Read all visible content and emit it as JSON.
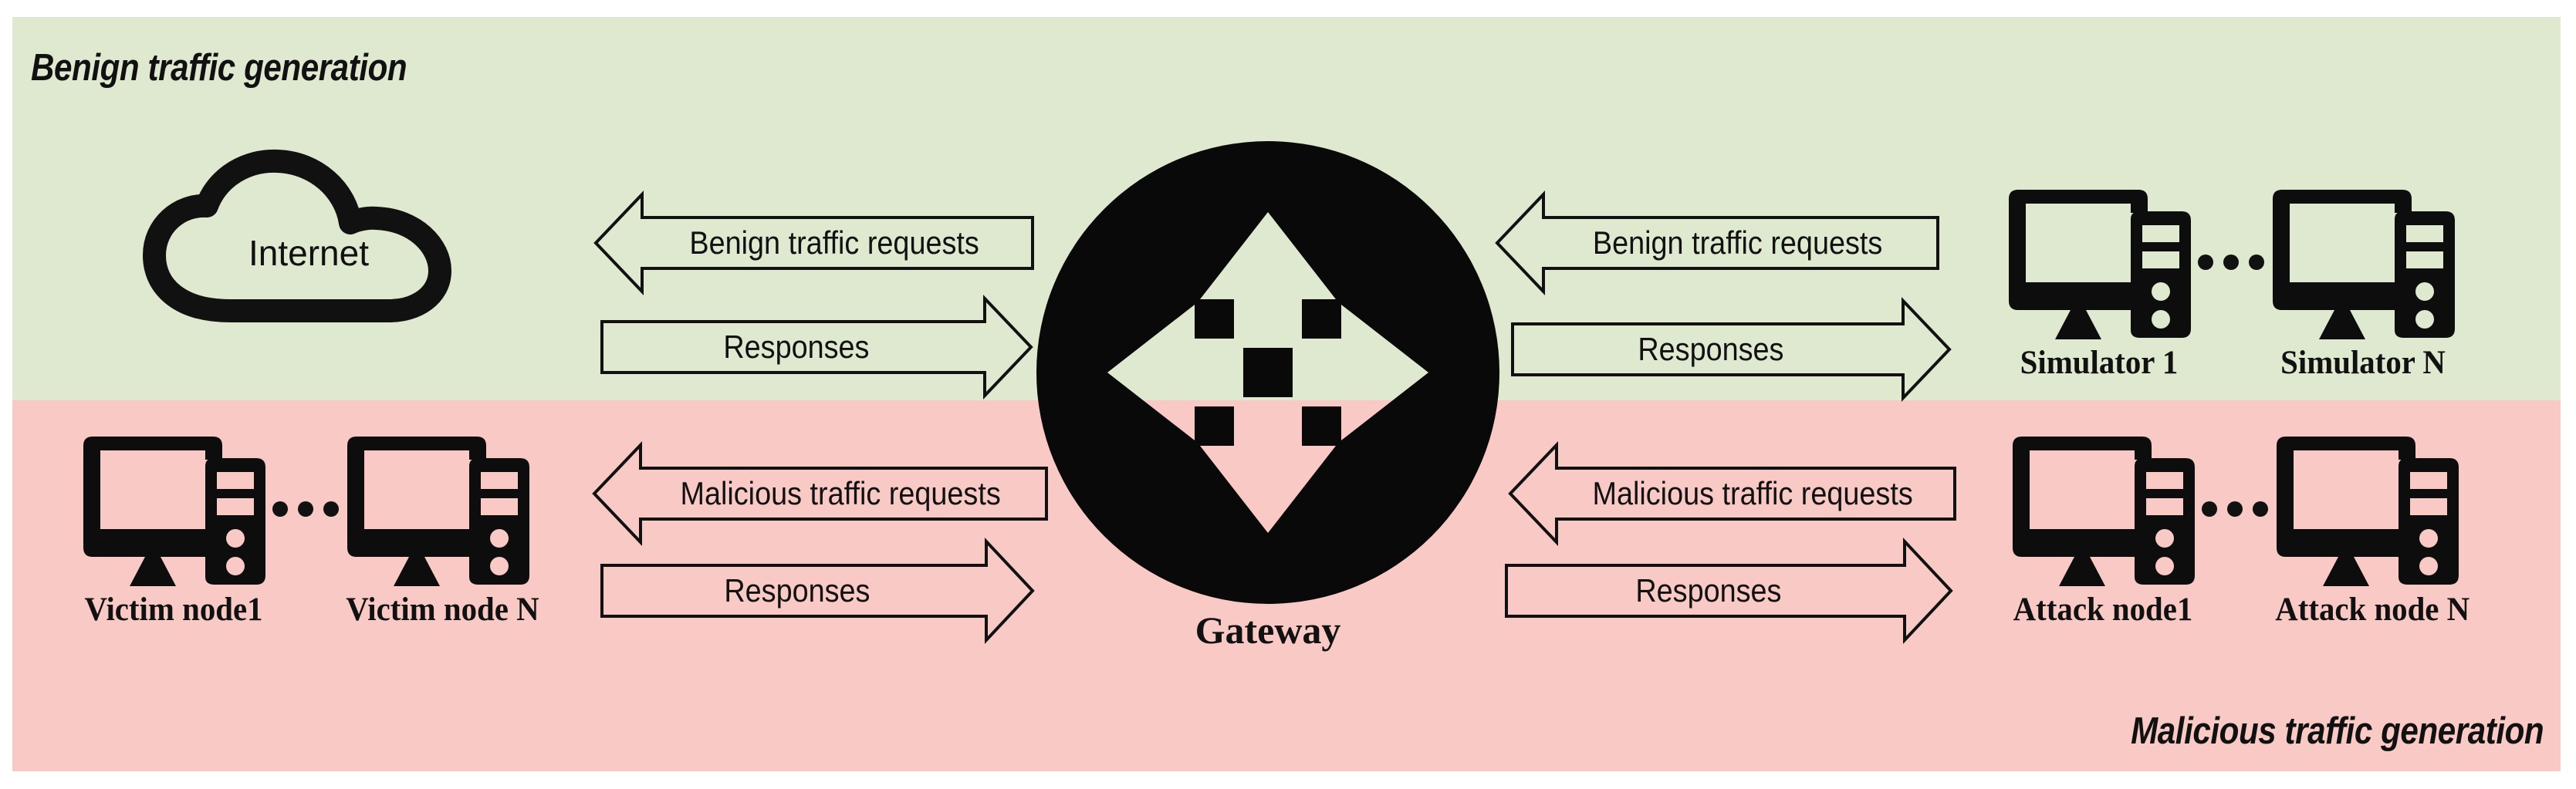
{
  "sections": {
    "benign": {
      "title": "Benign traffic generation",
      "bg": "#dee9d0"
    },
    "malicious": {
      "title": "Malicious traffic generation",
      "bg": "#f9c9c5"
    }
  },
  "internet": {
    "label": "Internet",
    "icon": "cloud-icon"
  },
  "gateway": {
    "label": "Gateway",
    "icon": "gateway-four-arrows-icon"
  },
  "clusters": {
    "simulators": {
      "name": "simulators",
      "ellipsis": "...",
      "nodes": [
        {
          "label": "Simulator 1",
          "icon": "desktop-computer-icon"
        },
        {
          "label": "Simulator N",
          "icon": "desktop-computer-icon"
        }
      ]
    },
    "victims": {
      "name": "victim-nodes",
      "ellipsis": "...",
      "nodes": [
        {
          "label": "Victim node1",
          "icon": "desktop-computer-icon"
        },
        {
          "label": "Victim node N",
          "icon": "desktop-computer-icon"
        }
      ]
    },
    "attackers": {
      "name": "attack-nodes",
      "ellipsis": "...",
      "nodes": [
        {
          "label": "Attack node1",
          "icon": "desktop-computer-icon"
        },
        {
          "label": "Attack node N",
          "icon": "desktop-computer-icon"
        }
      ]
    }
  },
  "arrows": {
    "benign_request_left": {
      "label": "Benign traffic requests",
      "direction": "left"
    },
    "benign_response_left": {
      "label": "Responses",
      "direction": "right"
    },
    "benign_request_right": {
      "label": "Benign traffic requests",
      "direction": "left"
    },
    "benign_response_right": {
      "label": "Responses",
      "direction": "right"
    },
    "malicious_request_left": {
      "label": "Malicious traffic requests",
      "direction": "left"
    },
    "malicious_response_left": {
      "label": "Responses",
      "direction": "right"
    },
    "malicious_request_right": {
      "label": "Malicious traffic requests",
      "direction": "left"
    },
    "malicious_response_right": {
      "label": "Responses",
      "direction": "right"
    }
  },
  "colors": {
    "benign_bg": "#dee9d0",
    "malicious_bg": "#f9c9c5",
    "ink": "#111111",
    "page_bg": "#ffffff"
  }
}
